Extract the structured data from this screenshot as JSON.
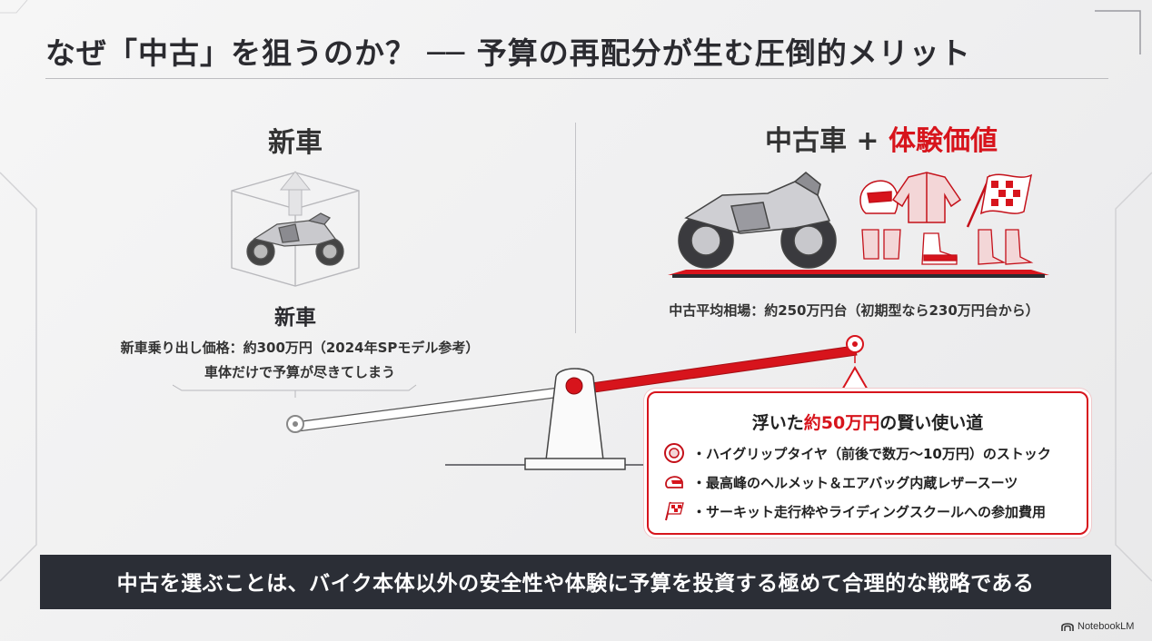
{
  "title": "なぜ「中古」を狙うのか？ ── 予算の再配分が生む圧倒的メリット",
  "left": {
    "heading": "新車",
    "subheading": "新車",
    "price_line": "新車乗り出し価格：約300万円（2024年SPモデル参考）",
    "note_line": "車体だけで予算が尽きてしまう"
  },
  "right": {
    "heading_main": "中古車 + ",
    "heading_accent": "体験価値",
    "price_line": "中古平均相場：約250万円台（初期型なら230万円台から）"
  },
  "callout": {
    "title_prefix": "浮いた",
    "title_accent": "約50万円",
    "title_suffix": "の賢い使い道",
    "items": [
      {
        "icon": "tire-icon",
        "text": "・ハイグリップタイヤ（前後で数万〜10万円）のストック"
      },
      {
        "icon": "helmet-icon",
        "text": "・最高峰のヘルメット＆エアバッグ内蔵レザースーツ"
      },
      {
        "icon": "checkered-flag-icon",
        "text": "・サーキット走行枠やライディングスクールへの参加費用"
      }
    ]
  },
  "banner": "中古を選ぶことは、バイク本体以外の安全性や体験に予算を投資する極めて合理的な戦略である",
  "brand": "NotebookLM",
  "colors": {
    "accent": "#d7141c",
    "dark": "#2b2e36"
  }
}
